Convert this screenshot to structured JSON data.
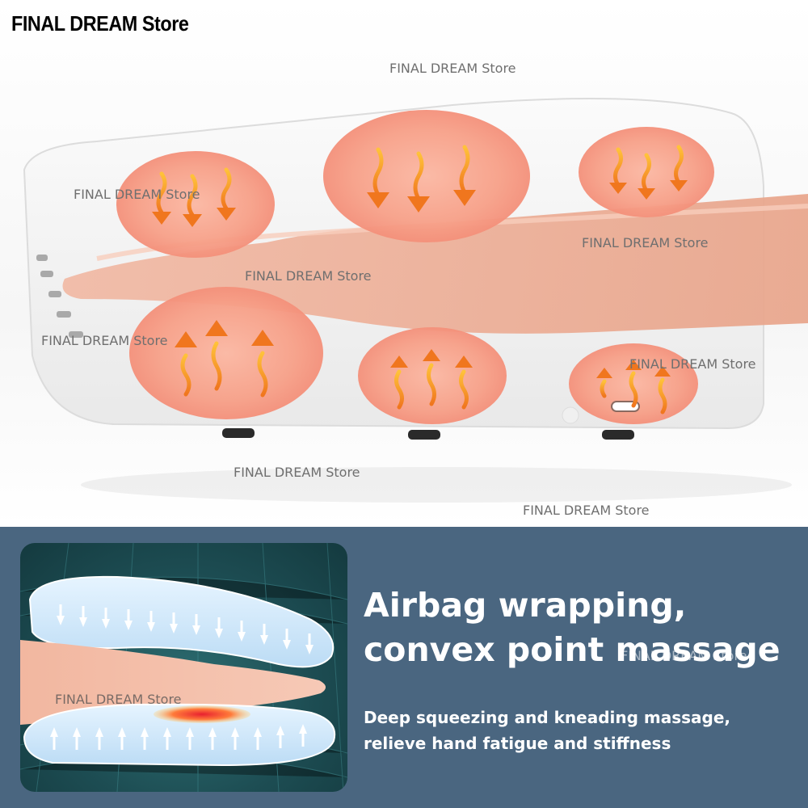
{
  "brand_title": "FINAL DREAM Store",
  "watermarks": {
    "w1": "FINAL DREAM Store",
    "w2": "FINAL DREAM Store",
    "w3": "FINAL DREAM Store",
    "w4": "FINAL DREAM Store",
    "w5": "FINAL DREAM Store",
    "w6": "FINAL DREAM Store",
    "w7": "FINAL DREAM Store",
    "w8": "FINAL DREAM Store",
    "w9": "FINAL DREAM Store",
    "w10": "FINAL DREAM Store"
  },
  "headline": {
    "line1": "Airbag wrapping,",
    "line2": "convex point massage"
  },
  "subtext": {
    "line1": "Deep squeezing and kneading massage,",
    "line2": "relieve hand fatigue and stiffness"
  },
  "colors": {
    "panel_background": "#4a6680",
    "heat_zone": "#f7a088",
    "arrow_orange": "#f0761e",
    "text_white": "#ffffff"
  }
}
